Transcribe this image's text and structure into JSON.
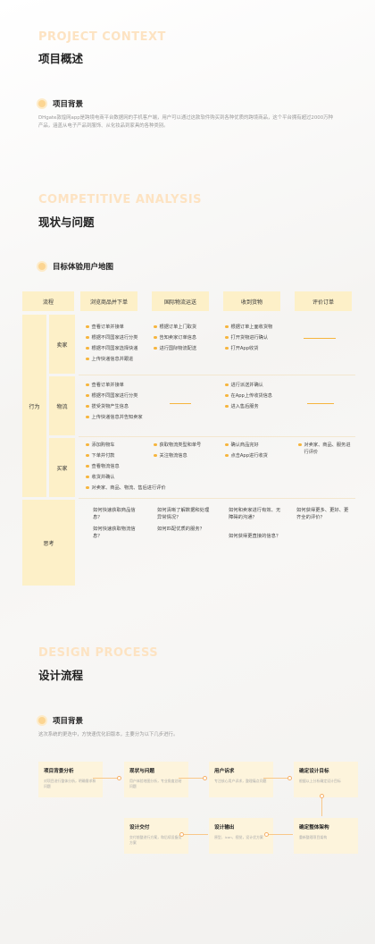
{
  "section1": {
    "en": "PROJECT CONTEXT",
    "cn": "项目概述",
    "sub": "项目背景",
    "para": "DHgate敦煌网app是跨境电商平台数据网的手机客户端，用户可以通过这款软件购买到各种优质的跨境商品，这个平台拥有超过2000万种产品，涵盖从电子产品到服饰、从化妆品到家具的各种类别。"
  },
  "section2": {
    "en": "COMPETITIVE ANALYSIS",
    "cn": "现状与问题",
    "sub": "目标体验用户地图",
    "table": {
      "flow_label": "流程",
      "stages": [
        "浏览商品并下单",
        "国际物流运送",
        "收到货物",
        "评价订单"
      ],
      "action_label": "行为",
      "think_label": "思考",
      "roles": [
        "卖家",
        "物流",
        "买家"
      ],
      "seller": {
        "c1": [
          "查看订单并接单",
          "根据不同国家进行分类",
          "根据不同国家选择快递",
          "上传快递信息并跟进"
        ],
        "c2": [
          "根据订单上门取货",
          "告知卖家订单信息",
          "进行国际物流配送"
        ],
        "c3": [
          "根据订单上面收货物",
          "打开货物进行确认",
          "打开App收货"
        ]
      },
      "logistics": {
        "c1": [
          "查看订单并接单",
          "根据不同国家进行分类",
          "揽受货物产生信息",
          "上传快递信息并告知卖家"
        ],
        "c3": [
          "进行派送并确认",
          "在App上传收货信息",
          "进入售后服务"
        ]
      },
      "buyer": {
        "c1": [
          "添加购物车",
          "下单并付款",
          "查看物流信息",
          "收货并确认",
          "对卖家、商品、物流、售后进行评价"
        ],
        "c2": [
          "获取物流类型和单号",
          "关注物流信息"
        ],
        "c3": [
          "确认商品完好",
          "点击App进行收货"
        ],
        "c4": [
          "对卖家、商品、服务进行评价"
        ]
      },
      "thinking": {
        "c1": [
          "如何快速获取商品信息？",
          "如何快速获取物流信息？"
        ],
        "c2": [
          "如何清晰了解数据和处理异常情况？",
          "如何匹配优质的服务？"
        ],
        "c3": [
          "如何和卖家进行有效、无障碍的沟通？",
          "如何获得更直接的信息？"
        ],
        "c4": [
          "如何获得更多、更好、更齐全的评价？"
        ]
      }
    }
  },
  "section3": {
    "en": "DESIGN PROCESS",
    "cn": "设计流程",
    "sub": "项目背景",
    "para": "这次系统的更迭中，方快速优化旧版本，主要分为以下几步进行。",
    "steps": [
      {
        "title": "项目背景分析",
        "desc": "对项目进行整体分析，明确需求和问题"
      },
      {
        "title": "现状与问题",
        "desc": "用户体验地图分析，专业角度总结问题"
      },
      {
        "title": "用户诉求",
        "desc": "专注核心用户诉求，整理痛点问题"
      },
      {
        "title": "确定设计目标",
        "desc": "根据以上分析确定设计目标"
      },
      {
        "title": "确定整体架构",
        "desc": "重新整理项目架构"
      },
      {
        "title": "设计输出",
        "desc": "原型、icon、视觉，设计优方案"
      },
      {
        "title": "设计交付",
        "desc": "交付前整进行方案，和后续设备及方案"
      }
    ]
  }
}
